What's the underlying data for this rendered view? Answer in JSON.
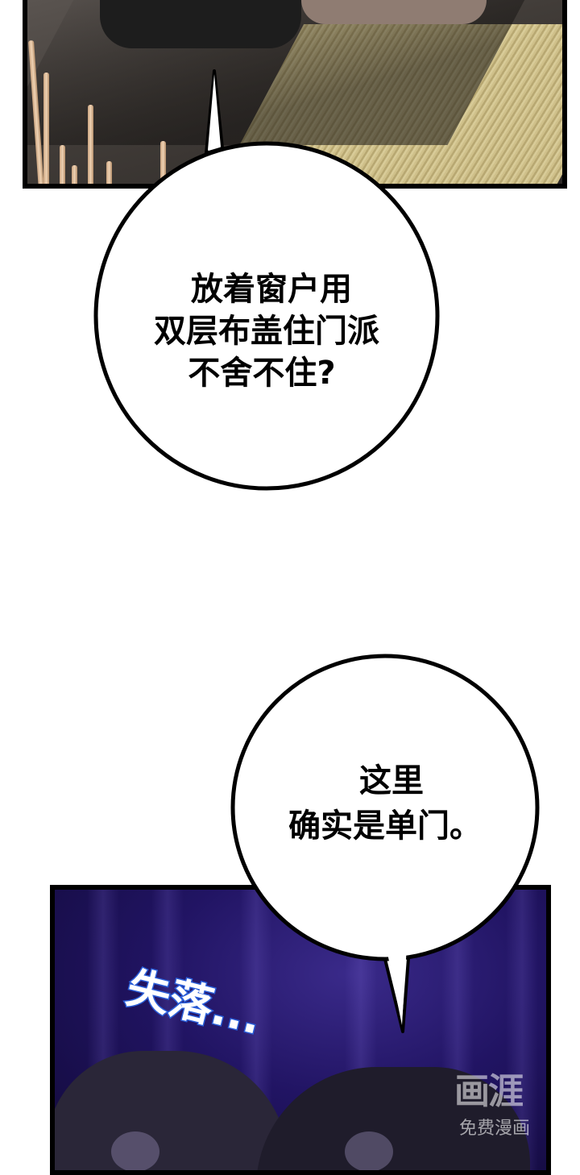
{
  "bubbles": {
    "first": {
      "line1": "放着窗户用",
      "line2": "双层布盖住门派",
      "line3": "不舍不住?"
    },
    "second": {
      "line1": "这里",
      "line2": "确实是单门。"
    }
  },
  "sfx": {
    "text": "失落..."
  },
  "watermark": {
    "logo": "画涯",
    "sub": "免费漫画"
  },
  "colors": {
    "sfx_outline": "#2b5fd9",
    "bottom_panel": "#211463",
    "panel_border": "#000000"
  }
}
